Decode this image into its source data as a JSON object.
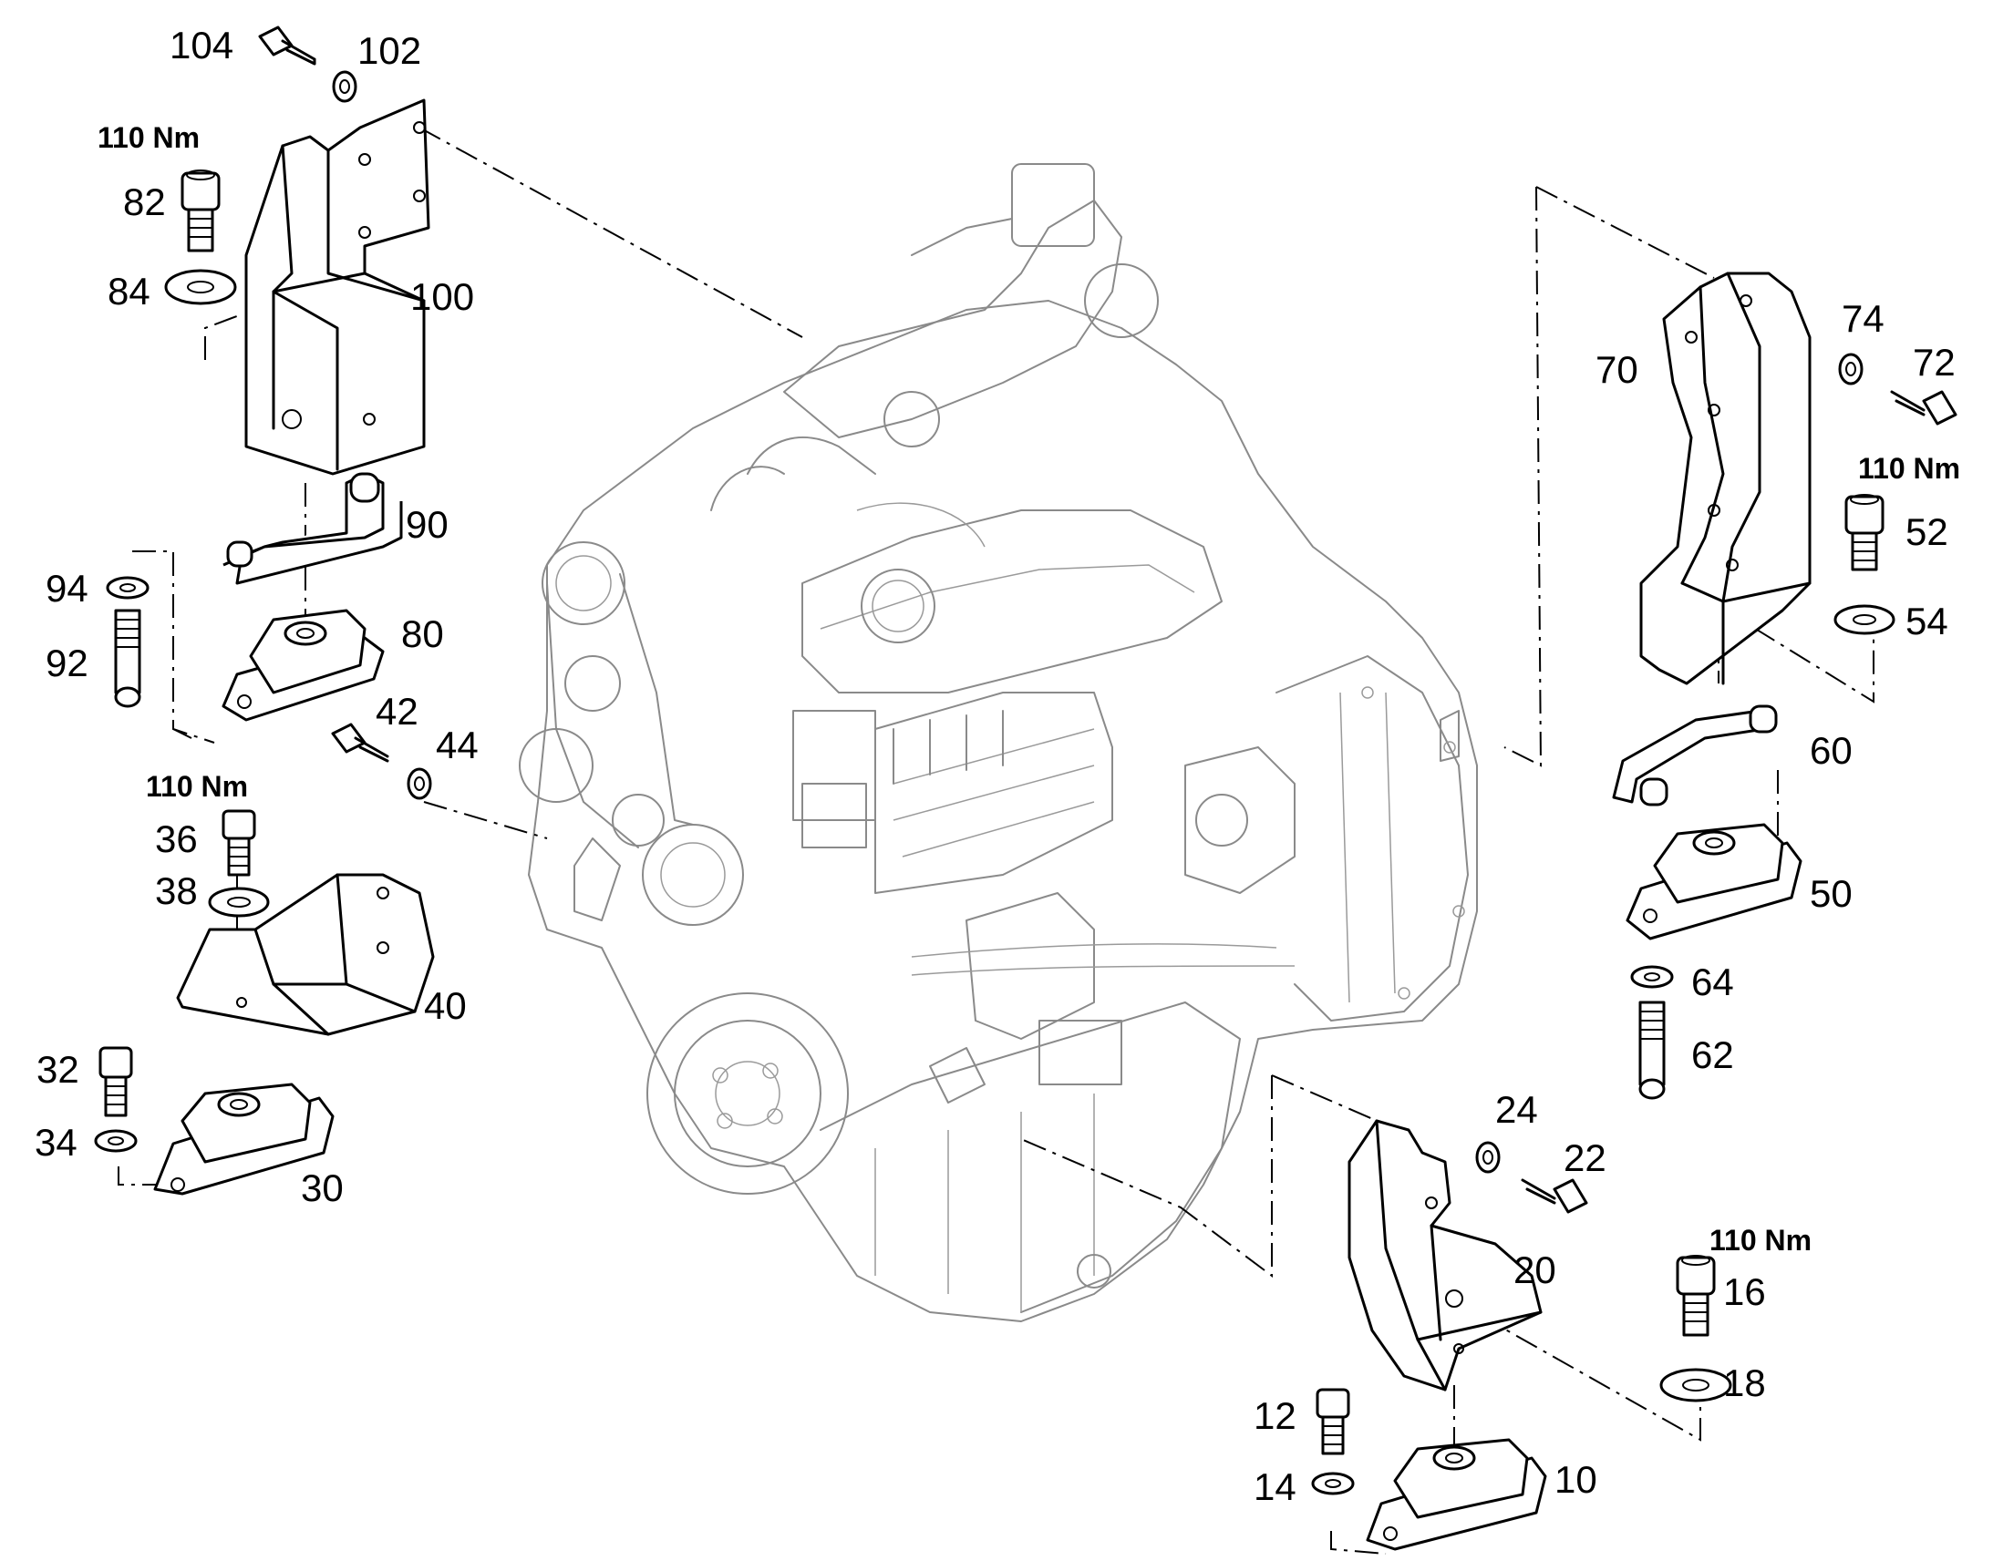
{
  "part_labels": {
    "p104": "104",
    "p102": "102",
    "p82": "82",
    "p84": "84",
    "p100": "100",
    "p90": "90",
    "p94": "94",
    "p92": "92",
    "p80": "80",
    "p42": "42",
    "p44": "44",
    "p36": "36",
    "p38": "38",
    "p40": "40",
    "p32": "32",
    "p34": "34",
    "p30": "30",
    "p74": "74",
    "p72": "72",
    "p70": "70",
    "p52": "52",
    "p54": "54",
    "p60": "60",
    "p50": "50",
    "p64": "64",
    "p62": "62",
    "p24": "24",
    "p22": "22",
    "p20": "20",
    "p16": "16",
    "p18": "18",
    "p12": "12",
    "p14": "14",
    "p10": "10"
  },
  "torque_labels": {
    "t1": "110 Nm",
    "t2": "110 Nm",
    "t3": "110 Nm",
    "t4": "110 Nm"
  }
}
